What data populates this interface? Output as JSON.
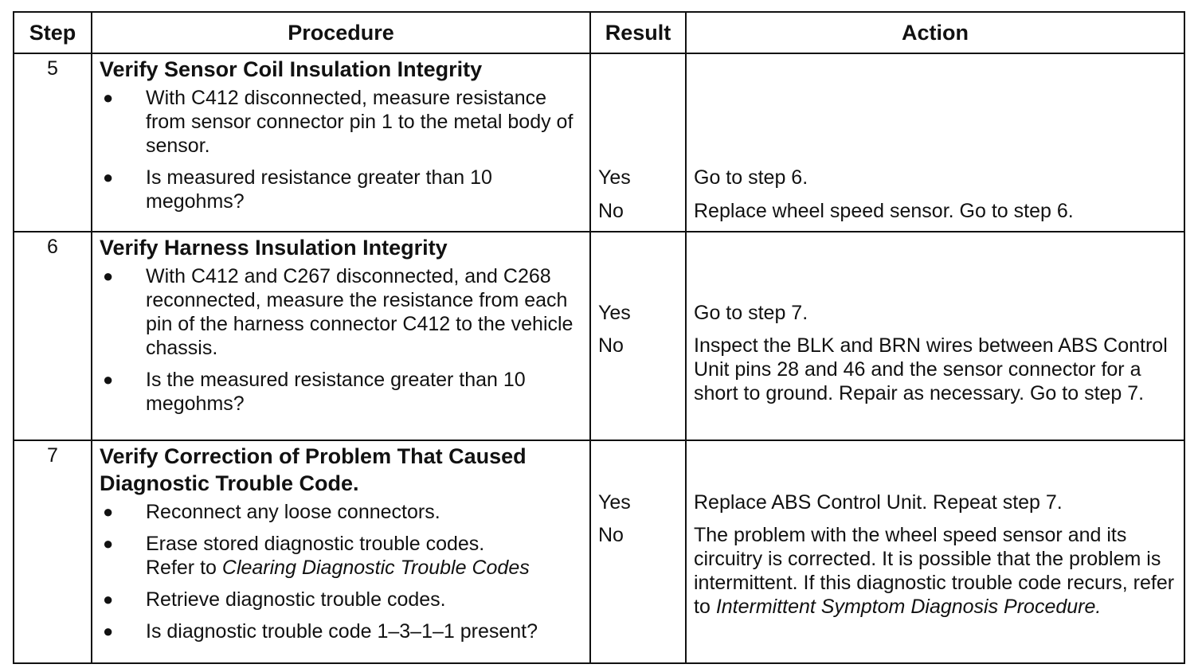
{
  "header": {
    "step": "Step",
    "procedure": "Procedure",
    "result": "Result",
    "action": "Action"
  },
  "rows": [
    {
      "step": "5",
      "title": "Verify Sensor Coil Insulation Integrity",
      "bullets": [
        "With C412 disconnected, measure resistance from sensor connector pin 1 to the metal body of sensor.",
        "Is measured resistance greater than 10 megohms?"
      ],
      "yes": "Yes",
      "no": "No",
      "yes_action": "Go to step 6.",
      "no_action": "Replace wheel speed sensor.  Go to step 6."
    },
    {
      "step": "6",
      "title": "Verify Harness Insulation Integrity",
      "bullets": [
        "With C412 and C267 disconnected, and C268 reconnected, measure the resistance from each pin of the harness connector C412 to the vehicle chassis.",
        "Is the measured resistance greater than 10 megohms?"
      ],
      "yes": "Yes",
      "no": "No",
      "yes_action": "Go to step 7.",
      "no_action": "Inspect the BLK and BRN wires between ABS Control Unit pins 28 and 46 and the sensor connector for a short to ground. Repair as necessary. Go to step 7."
    },
    {
      "step": "7",
      "title": "Verify Correction of Problem That Caused Diagnostic Trouble Code.",
      "bullets": [
        "Reconnect any loose connectors.",
        "Erase stored diagnostic trouble codes.",
        "Retrieve diagnostic trouble codes.",
        "Is diagnostic trouble code 1–3–1–1 present?"
      ],
      "bullet2_ref_prefix": "Refer to",
      "bullet2_ref_italic": "Clearing Diagnostic Trouble Codes",
      "yes": "Yes",
      "no": "No",
      "yes_action": "Replace ABS Control Unit.  Repeat step 7.",
      "no_action_text": "The problem with the wheel speed sensor and its circuitry is corrected. It is possible that the problem is intermittent.  If this diagnostic trouble code recurs, refer to",
      "no_action_italic": "Intermittent Symptom Diagnosis Procedure."
    }
  ]
}
